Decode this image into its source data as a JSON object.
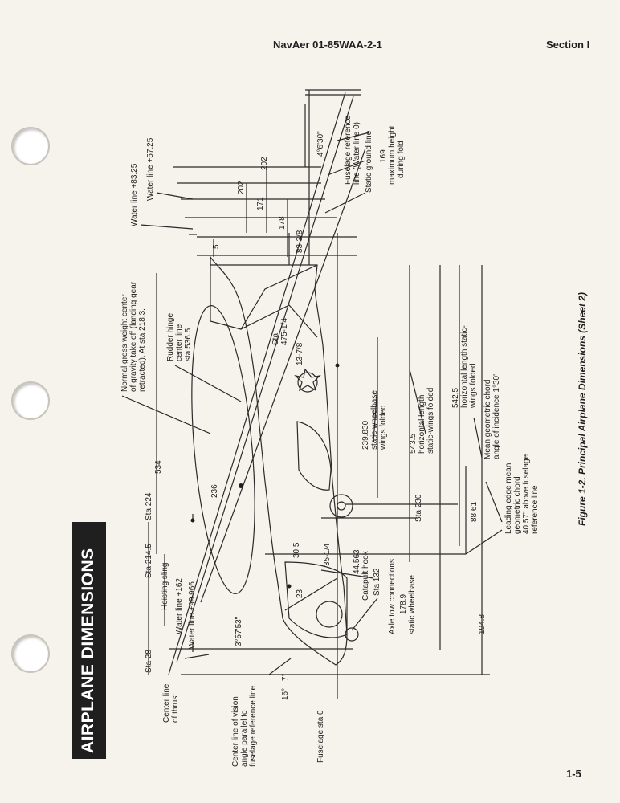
{
  "header": {
    "doc_id": "NavAer 01-85WAA-2-1",
    "section": "Section I"
  },
  "banner": {
    "title": "AIRPLANE DIMENSIONS"
  },
  "caption": "Figure 1-2. Principal Airplane Dimensions (Sheet 2)",
  "page_number": "1-5",
  "labels": {
    "sta28": "Sta 28",
    "sta2145": "Sta 214.5",
    "sta224": "Sta 224",
    "hoisting": "Hoisting sling",
    "wl162": "Water line +162",
    "wl99": "Water line +99.966",
    "center_thrust": [
      "Center line",
      "of thrust"
    ],
    "vision": [
      "Center line of vision",
      "angle parallel to",
      "fuselage reference line."
    ],
    "fus_sta0": "Fuselage sta 0",
    "cg": [
      "Normal gross weight center",
      "of gravity take off (landing gear",
      "retracted). At sta 218.3."
    ],
    "rudder": [
      "Rudder hinge",
      "center line",
      "sta 536.5"
    ],
    "sta475": [
      "Sta",
      "475-1/4"
    ],
    "wheelbase_folded": [
      "239.830",
      "static wheelbase",
      "wings folded"
    ],
    "h_len_5435": [
      "543.5",
      "horizontal length",
      "static-wings folded"
    ],
    "h_len_5425": [
      "542.5",
      "horizontal length static-",
      "wings folded"
    ],
    "mean_chord": [
      "Mean geometric chord",
      "angle of incidence 1°30'"
    ],
    "leading_edge": [
      "Leading edge mean",
      "geometric chord",
      "40.57\" above fuselage",
      "reference line"
    ],
    "wl8325": "Water line +83.25",
    "wl5725": "Water line +57.25",
    "fus_ref": [
      "Fuselage reference",
      "line (Water line 0)"
    ],
    "static_ground": "Static ground line",
    "max_height": [
      "169",
      "maximum height",
      "during fold"
    ],
    "angle4630": "4°6'30\"",
    "d202a": "202",
    "d202b": "202",
    "d171": "171",
    "d178": "178",
    "d8338": "83-3/8",
    "d5": "5",
    "d534": "534",
    "d236": "236",
    "d1378": "13-7/8",
    "sta230": "Sta 230",
    "d8861": "88.61",
    "d1948": "194.8",
    "d1789": "178.9",
    "static_wheelbase": "static wheelbase",
    "axle_tow": "Axle tow connections",
    "sta132": "Sta 132",
    "catapult": "Catapult hook",
    "d44563": "44.563",
    "d35": "35-1/4",
    "d305": "30.5",
    "d23": "23",
    "angle357": "3°57'53\"",
    "angle7": "7°",
    "angle16": "16°"
  }
}
